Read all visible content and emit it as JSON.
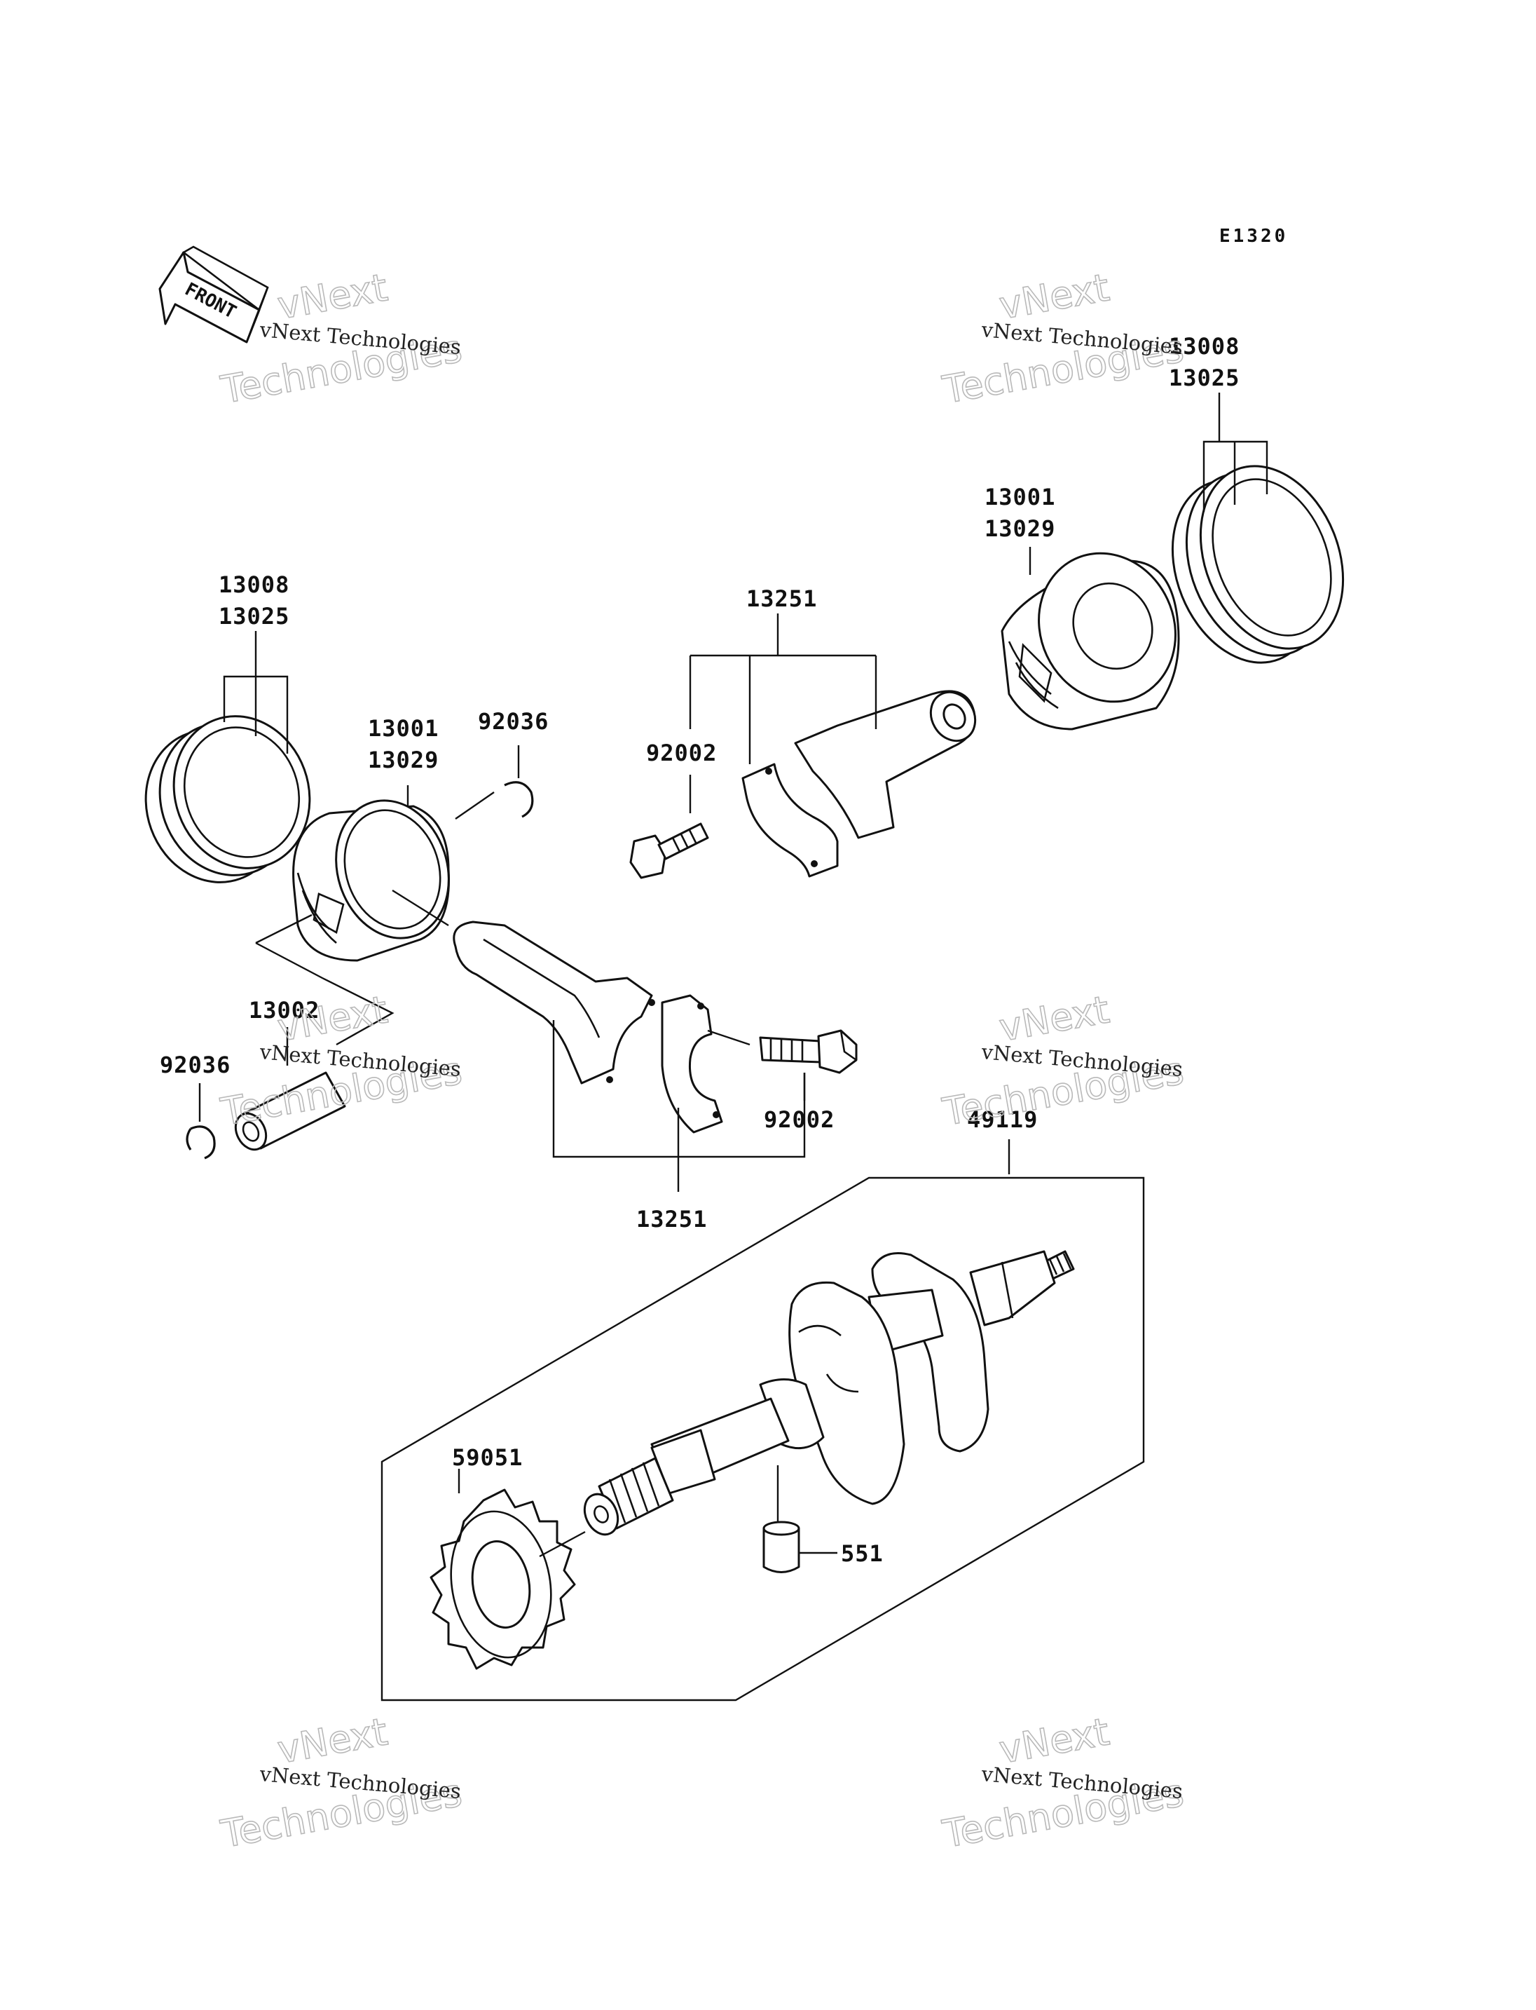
{
  "diagram_code": "E1320",
  "front_label": "FRONT",
  "watermark": {
    "small": "vNext Technologies",
    "big_line1": "vNext",
    "big_line2": "Technologies"
  },
  "labels": {
    "rings_right_1": "13008",
    "rings_right_2": "13025",
    "piston_right_1": "13001",
    "piston_right_2": "13029",
    "conrod_right": "13251",
    "bolt_right": "92002",
    "rings_left_1": "13008",
    "rings_left_2": "13025",
    "piston_left_1": "13001",
    "piston_left_2": "13029",
    "clip_upper": "92036",
    "pin": "13002",
    "clip_lower": "92036",
    "bolt_left": "92002",
    "conrod_left": "13251",
    "crankshaft": "49119",
    "gear": "59051",
    "dowel": "551"
  }
}
